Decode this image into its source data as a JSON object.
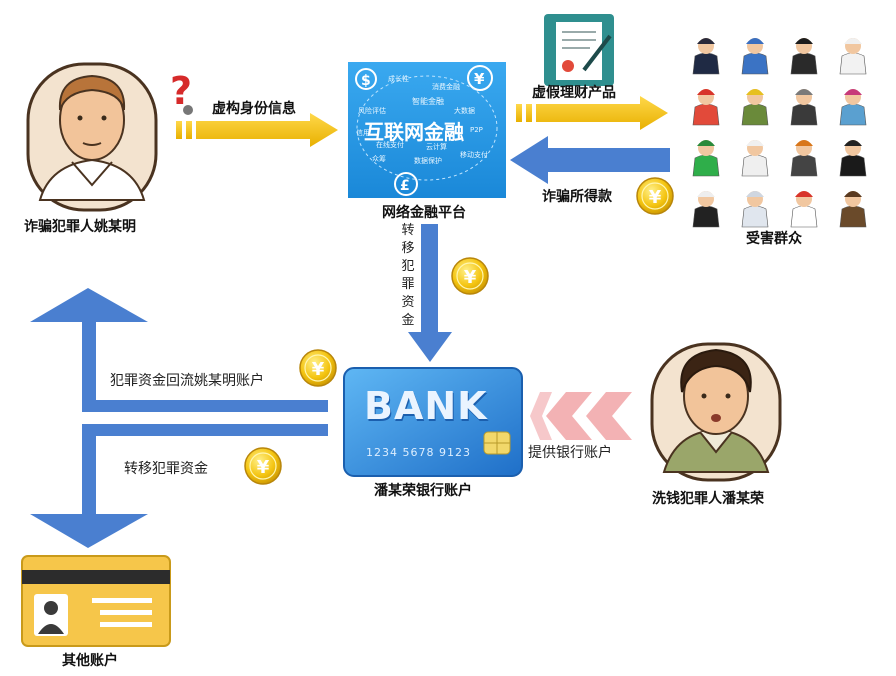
{
  "nodes": {
    "fraudster": {
      "name": "诈骗犯罪人姚某明"
    },
    "platform": {
      "name": "网络金融平台",
      "center_text": "互联网金融",
      "cloud_words": [
        "成长性",
        "消费金融",
        "智能金融",
        "大数据",
        "风险评估",
        "在线支付",
        "云计算",
        "移动支付",
        "数据保护",
        "众筹",
        "P2P",
        "信用"
      ]
    },
    "victims": {
      "name": "受害群众"
    },
    "bank": {
      "name": "潘某荣银行账户",
      "card_brand": "BANK",
      "card_number": "1234 5678 9123"
    },
    "launderer": {
      "name": "洗钱犯罪人潘某荣"
    },
    "other": {
      "name": "其他账户"
    }
  },
  "edges": {
    "fake_identity": "虚构身份信息",
    "fake_product": "虚假理财产品",
    "fraud_proceeds": "诈骗所得款",
    "transfer_vertical": [
      "转",
      "移",
      "犯",
      "罪",
      "资",
      "金"
    ],
    "flow_back": "犯罪资金回流姚某明账户",
    "transfer_other": "转移犯罪资金",
    "provide_account": "提供银行账户"
  },
  "icons": {
    "coin_symbol": "¥",
    "pound_symbol": "£",
    "dollar_symbol": "$",
    "question_symbol": "?"
  },
  "colors": {
    "blue_arrow": "#4a7fd0",
    "yellow_arrow": "#f2c21c",
    "pink_chevron": "#f3b2b4",
    "platform_blue": "#2e9fea",
    "card_blue": "#2f8fe0",
    "coin_gold": "#f0c000"
  }
}
